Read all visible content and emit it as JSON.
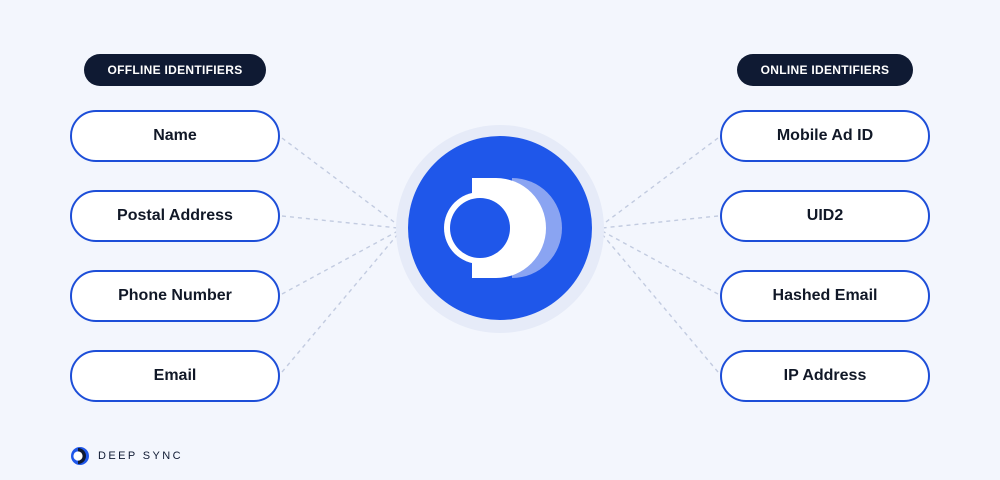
{
  "offline": {
    "header": "OFFLINE IDENTIFIERS",
    "items": [
      "Name",
      "Postal Address",
      "Phone Number",
      "Email"
    ]
  },
  "online": {
    "header": "ONLINE IDENTIFIERS",
    "items": [
      "Mobile Ad ID",
      "UID2",
      "Hashed Email",
      "IP Address"
    ]
  },
  "brand": {
    "name": "DEEP SYNC"
  },
  "colors": {
    "background": "#f3f6fd",
    "accent": "#1f57ea",
    "pill_border": "#1d4ed8",
    "header_bg": "#0f1a33",
    "connector": "#c2cbe0"
  }
}
